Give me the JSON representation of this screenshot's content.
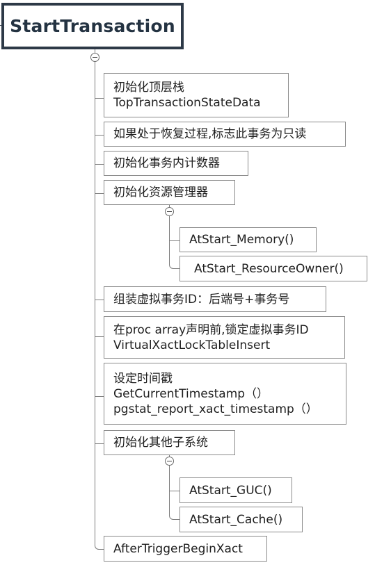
{
  "root": {
    "title": "StartTransaction"
  },
  "nodes": {
    "top_stack": {
      "line1": "初始化顶层栈",
      "line2": "TopTransactionStateData"
    },
    "recovery_readonly": {
      "line1": "如果处于恢复过程,标志此事务为只读"
    },
    "init_counter": {
      "line1": "初始化事务内计数器"
    },
    "init_resource_manager": {
      "line1": "初始化资源管理器",
      "children": {
        "memory": "AtStart_Memory()",
        "resource_owner": "AtStart_ResourceOwner()"
      }
    },
    "virtual_xid": {
      "line1": "组装虚拟事务ID：后端号+事务号"
    },
    "lock_vxid": {
      "line1": "在proc array声明前,锁定虚拟事务ID",
      "line2": "VirtualXactLockTableInsert"
    },
    "timestamp": {
      "line1": "设定时间戳",
      "line2": "GetCurrentTimestamp（）",
      "line3": "pgstat_report_xact_timestamp（）"
    },
    "init_subsystems": {
      "line1": "初始化其他子系统",
      "children": {
        "guc": "AtStart_GUC()",
        "cache": "AtStart_Cache()"
      }
    },
    "after_trigger": {
      "line1": "AfterTriggerBeginXact"
    }
  },
  "colors": {
    "root_border": "#2d3947",
    "root_text": "#243342",
    "node_border": "#8a8a8a",
    "connector": "#7d7d7d"
  },
  "icons": {
    "collapse": "collapse-minus-icon"
  }
}
